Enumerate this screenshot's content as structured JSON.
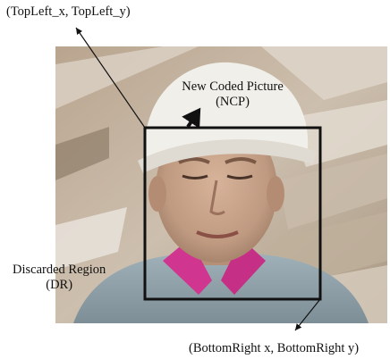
{
  "labels": {
    "top_left": "(TopLeft_x, TopLeft_y)",
    "ncp_line1": "New Coded Picture",
    "ncp_line2": "(NCP)",
    "dr_line1": "Discarded Region",
    "dr_line2": "(DR)",
    "bottom_right": "(BottomRight  x, BottomRight  y)"
  },
  "colors": {
    "box_stroke": "#111111",
    "arrow": "#111111",
    "helmet": "#f1efe9",
    "skin": "#c8a48c",
    "collar": "#d0358f",
    "background_beams": "#c9b29a"
  }
}
